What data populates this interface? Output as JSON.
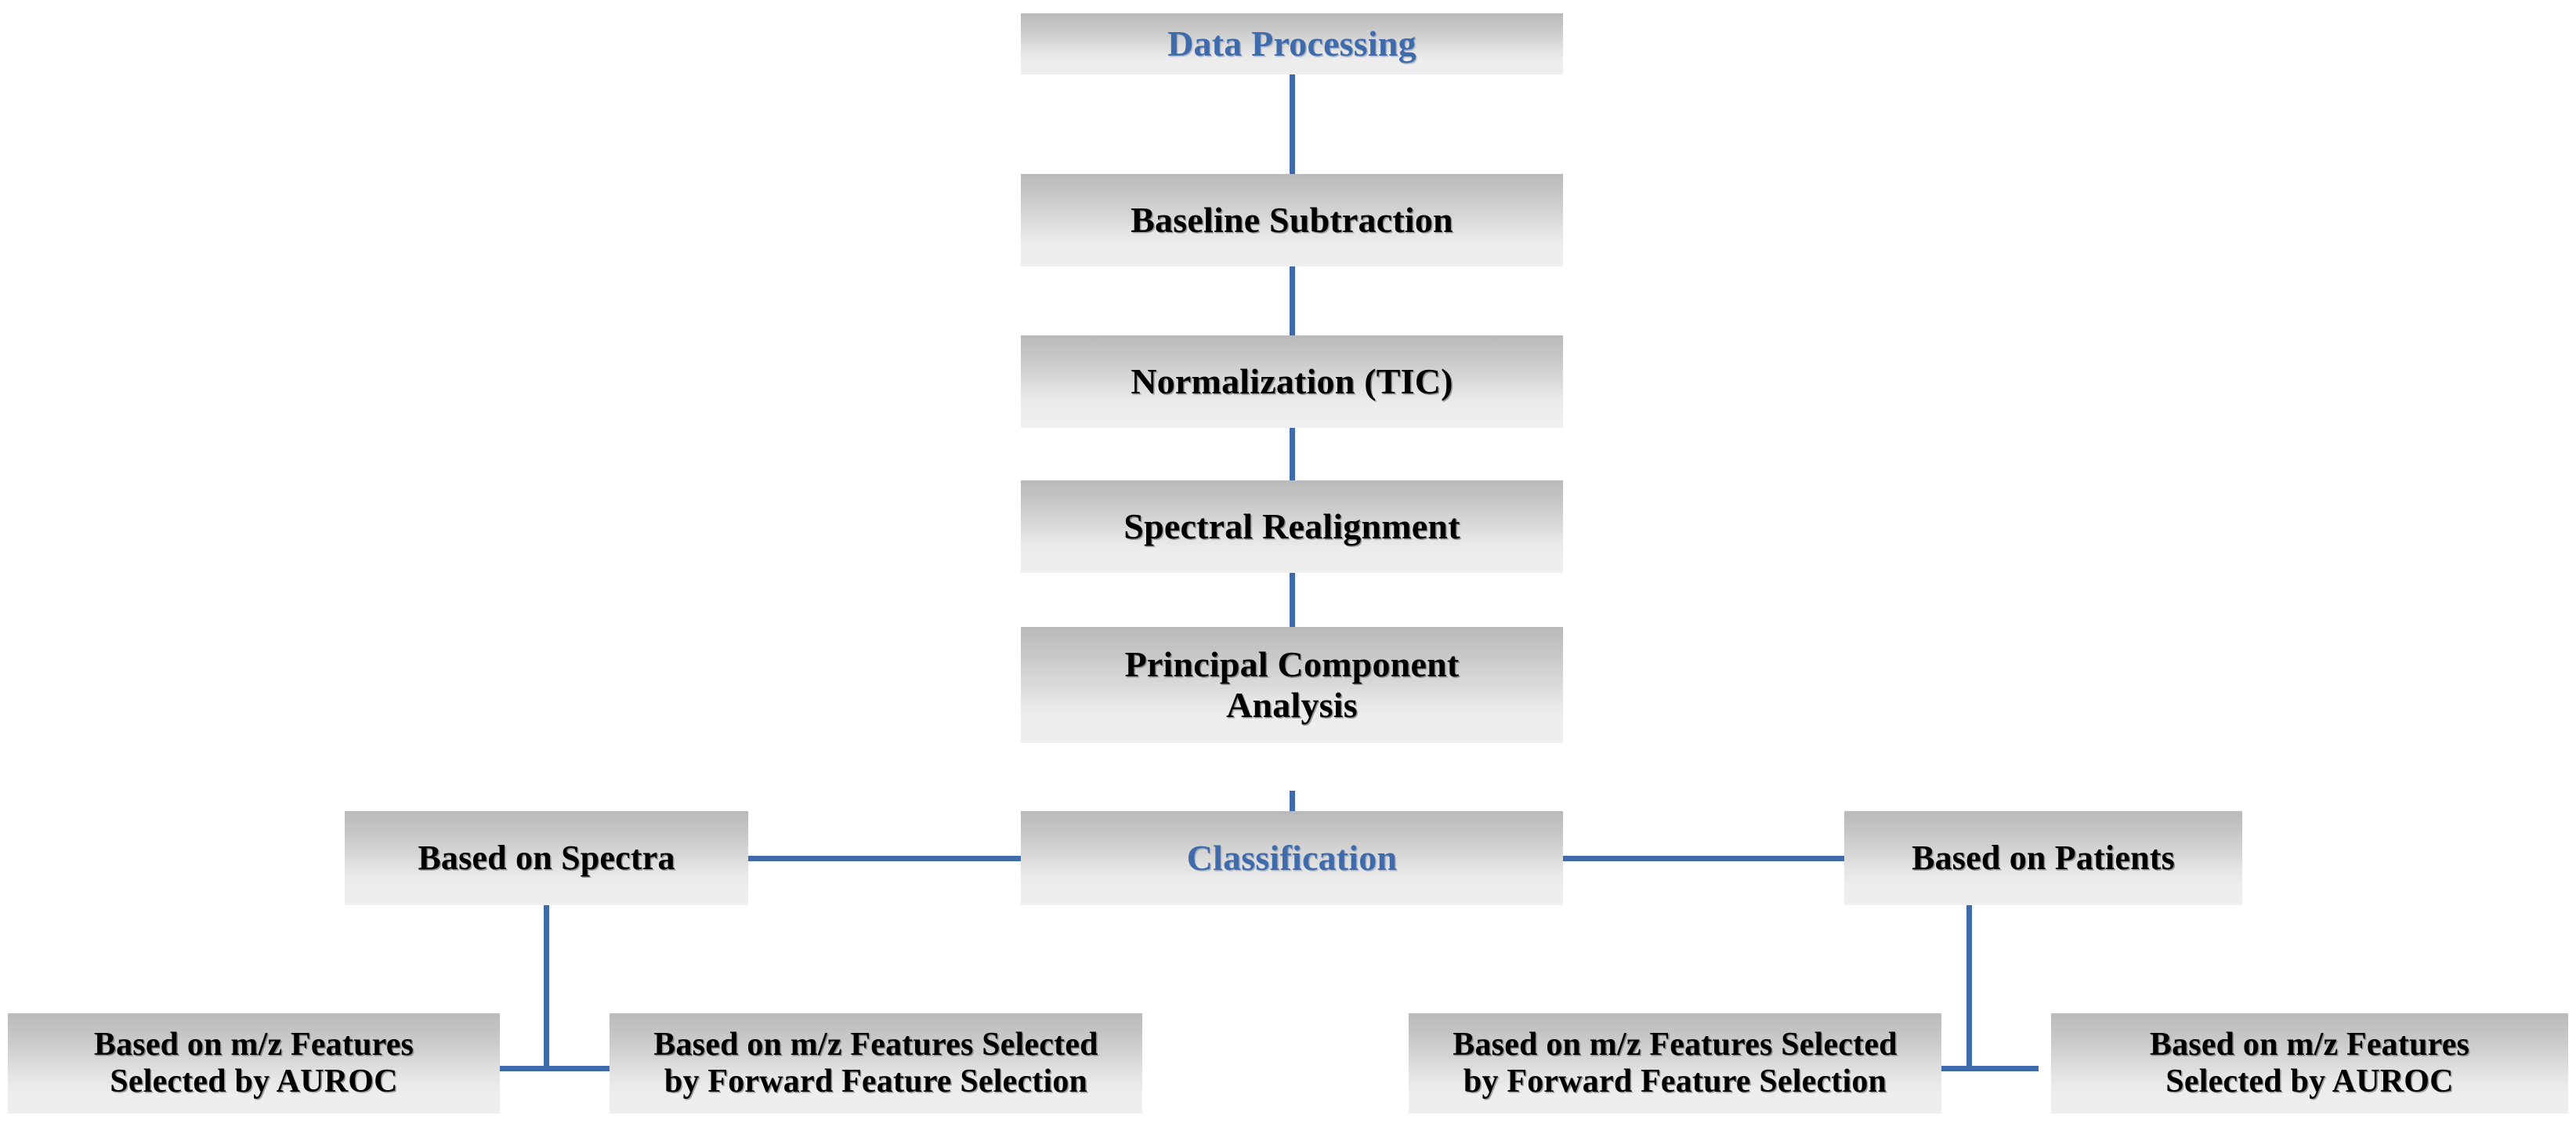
{
  "diagram": {
    "title": "Data Processing Flowchart",
    "accent_color": "#3f6bab",
    "box_fill_top": "#b9b9b9",
    "box_fill_bottom": "#efefef",
    "text_color": "#000000",
    "background": "#ffffff"
  },
  "nodes": {
    "data_processing": "Data Processing",
    "baseline_subtraction": "Baseline Subtraction",
    "normalization": "Normalization (TIC)",
    "spectral_realignment": "Spectral Realignment",
    "principal_component_analysis": "Principal Component\nAnalysis",
    "classification": "Classification",
    "based_on_spectra": "Based on Spectra",
    "based_on_patients": "Based on Patients",
    "spectra_auroc": "Based on m/z Features\nSelected by AUROC",
    "spectra_ffs": "Based on m/z Features Selected\nby Forward Feature Selection",
    "patients_ffs": "Based on m/z Features Selected\nby Forward Feature Selection",
    "patients_auroc": "Based on m/z Features\nSelected by AUROC"
  },
  "chart_data": {
    "type": "diagram",
    "title": "Data Processing",
    "levels": [
      {
        "level": 0,
        "nodes": [
          "Data Processing"
        ]
      },
      {
        "level": 1,
        "nodes": [
          "Baseline Subtraction"
        ]
      },
      {
        "level": 2,
        "nodes": [
          "Normalization (TIC)"
        ]
      },
      {
        "level": 3,
        "nodes": [
          "Spectral Realignment"
        ]
      },
      {
        "level": 4,
        "nodes": [
          "Principal Component Analysis"
        ]
      },
      {
        "level": 5,
        "nodes": [
          "Based on Spectra",
          "Classification",
          "Based on Patients"
        ]
      },
      {
        "level": 6,
        "nodes": [
          "Based on m/z Features Selected by AUROC",
          "Based on m/z Features Selected by Forward Feature Selection",
          "Based on m/z Features Selected by Forward Feature Selection",
          "Based on m/z Features Selected by AUROC"
        ]
      }
    ],
    "edges": [
      {
        "from": "Data Processing",
        "to": "Baseline Subtraction"
      },
      {
        "from": "Baseline Subtraction",
        "to": "Normalization (TIC)"
      },
      {
        "from": "Normalization (TIC)",
        "to": "Spectral Realignment"
      },
      {
        "from": "Spectral Realignment",
        "to": "Principal Component Analysis"
      },
      {
        "from": "Principal Component Analysis",
        "to": "Classification"
      },
      {
        "from": "Classification",
        "to": "Based on Spectra"
      },
      {
        "from": "Classification",
        "to": "Based on Patients"
      },
      {
        "from": "Based on Spectra",
        "to": "Based on m/z Features Selected by AUROC"
      },
      {
        "from": "Based on Spectra",
        "to": "Based on m/z Features Selected by Forward Feature Selection"
      },
      {
        "from": "Based on Patients",
        "to": "Based on m/z Features Selected by Forward Feature Selection"
      },
      {
        "from": "Based on Patients",
        "to": "Based on m/z Features Selected by AUROC"
      }
    ]
  }
}
